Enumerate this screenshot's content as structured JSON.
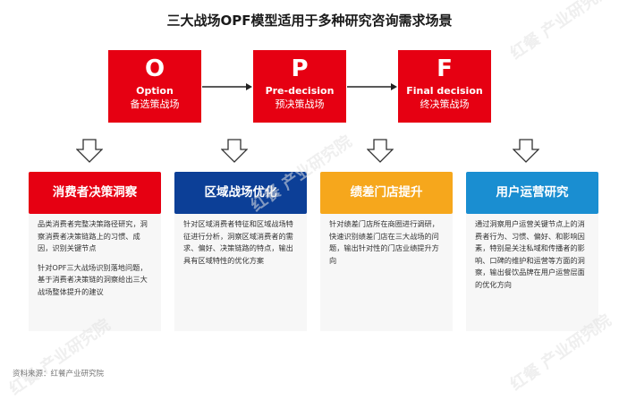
{
  "title": "三大战场OPF模型适用于多种研究咨询需求场景",
  "phases": [
    {
      "letter": "O",
      "en": "Option",
      "zh": "备选策战场"
    },
    {
      "letter": "P",
      "en": "Pre-decision",
      "zh": "预决策战场"
    },
    {
      "letter": "F",
      "en": "Final decision",
      "zh": "终决策战场"
    }
  ],
  "cards": [
    {
      "title": "消费者决策洞察",
      "color": "#e60012",
      "paras": [
        "品类消费者完整决策路径研究，洞察消费者决策链路上的习惯、成因，识别关键节点",
        "针对OPF三大战场识别落地问题，基于消费者决策链的洞察给出三大战场整体提升的建议"
      ]
    },
    {
      "title": "区域战场优化",
      "color": "#0c3f97",
      "paras": [
        "针对区域消费者特征和区域战场特征进行分析，洞察区域消费者的需求、偏好、决策链路的特点，输出具有区域特性的优化方案"
      ]
    },
    {
      "title": "绩差门店提升",
      "color": "#f6a71c",
      "paras": [
        "针对绩差门店所在商圈进行调研，快速识别绩差门店在三大战场的问题，输出针对性的门店业绩提升方向"
      ]
    },
    {
      "title": "用户运营研究",
      "color": "#1a8ed1",
      "paras": [
        "通过洞察用户运营关键节点上的消费者行为、习惯、偏好、和影响因素，特别是关注私域和传播者的影响、口碑的维护和运营等方面的洞察，输出餐饮品牌在用户运营层面的优化方向"
      ]
    }
  ],
  "source": "资料来源：红餐产业研究院",
  "watermark": "红餐 产业研究院"
}
